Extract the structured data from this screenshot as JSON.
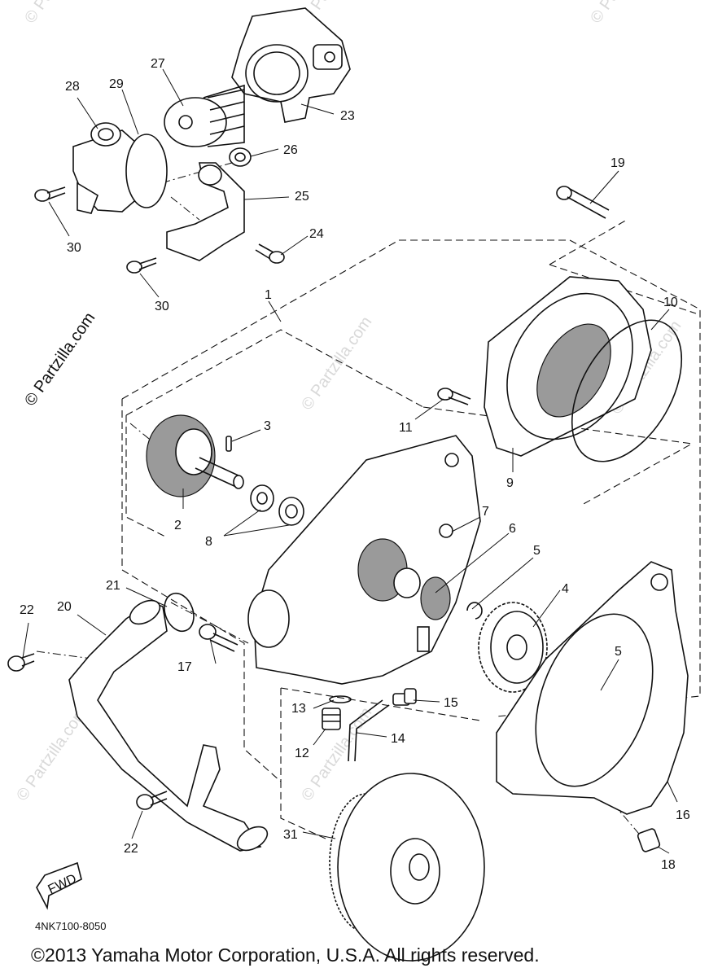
{
  "watermark": {
    "text": "© Partzilla.com"
  },
  "fwd_label": "FWD",
  "diagram_code": "4NK7100-8050",
  "copyright": "©2013 Yamaha Motor Corporation, U.S.A. All rights reserved.",
  "callouts": {
    "c1": "1",
    "c2": "2",
    "c3": "3",
    "c4": "4",
    "c5a": "5",
    "c5b": "5",
    "c6": "6",
    "c7": "7",
    "c8": "8",
    "c9": "9",
    "c10": "10",
    "c11": "11",
    "c12": "12",
    "c13": "13",
    "c14": "14",
    "c15": "15",
    "c16": "16",
    "c17": "17",
    "c18": "18",
    "c19": "19",
    "c20": "20",
    "c21": "21",
    "c22a": "22",
    "c22b": "22",
    "c23": "23",
    "c24": "24",
    "c25": "25",
    "c26": "26",
    "c27": "27",
    "c28": "28",
    "c29": "29",
    "c30a": "30",
    "c30b": "30",
    "c31": "31"
  }
}
